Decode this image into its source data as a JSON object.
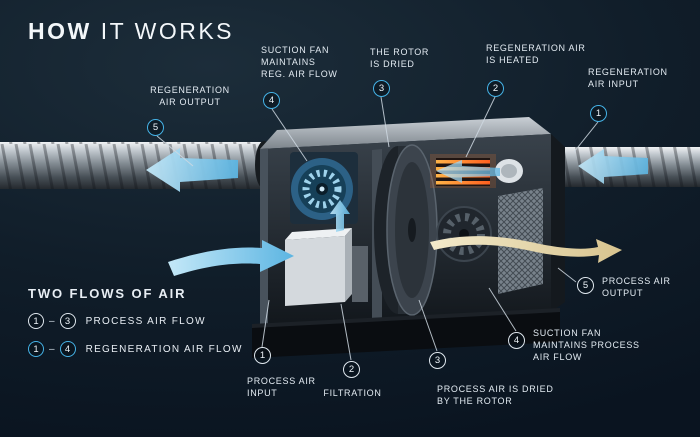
{
  "title": {
    "bold": "HOW",
    "light": "IT WORKS"
  },
  "colors": {
    "background": "#101d29",
    "regeneration_accent": "#45b2e6",
    "process_accent": "#dfe7ee",
    "flow_blue": "#7ec9ec",
    "flow_tan": "#e6d7ae",
    "heater_orange": "#ff6a1f"
  },
  "callouts": [
    {
      "number": "5",
      "label": "REGENERATION\nAIR OUTPUT",
      "type": "regeneration"
    },
    {
      "number": "4",
      "label": "SUCTION FAN\nMAINTAINS\nREG. AIR FLOW",
      "type": "regeneration"
    },
    {
      "number": "3",
      "label": "THE ROTOR\nIS DRIED",
      "type": "regeneration"
    },
    {
      "number": "2",
      "label": "REGENERATION AIR\nIS HEATED",
      "type": "regeneration"
    },
    {
      "number": "1",
      "label": "REGENERATION\nAIR INPUT",
      "type": "regeneration"
    },
    {
      "number": "1",
      "label": "PROCESS AIR\nINPUT",
      "type": "process"
    },
    {
      "number": "2",
      "label": "FILTRATION",
      "type": "process"
    },
    {
      "number": "3",
      "label": "PROCESS AIR IS DRIED\nBY THE ROTOR",
      "type": "process"
    },
    {
      "number": "4",
      "label": "SUCTION FAN\nMAINTAINS PROCESS\nAIR FLOW",
      "type": "process"
    },
    {
      "number": "5",
      "label": "PROCESS AIR\nOUTPUT",
      "type": "process"
    }
  ],
  "legend": {
    "heading": "TWO FLOWS OF AIR",
    "rows": [
      {
        "from": "1",
        "dash": "–",
        "to": "3",
        "label": "PROCESS AIR FLOW",
        "type": "process"
      },
      {
        "from": "1",
        "dash": "–",
        "to": "4",
        "label": "REGENERATION AIR FLOW",
        "type": "regeneration"
      }
    ]
  }
}
